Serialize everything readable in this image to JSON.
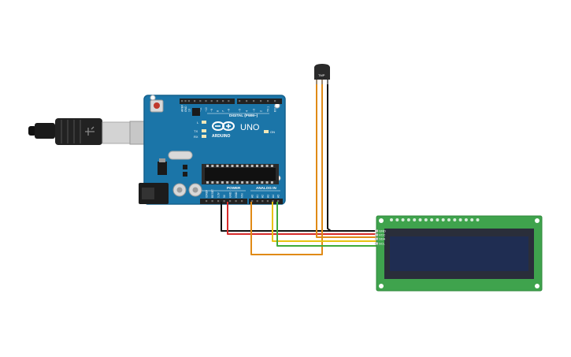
{
  "colors": {
    "board": "#1b75a8",
    "board_edge": "#15628e",
    "lcd_pcb": "#3fa34d",
    "lcd_screen": "#1f2d52",
    "wire_black": "#111111",
    "wire_red": "#d72b2b",
    "wire_orange": "#e08a16",
    "wire_yellow": "#e8c312",
    "wire_green": "#3eab3c",
    "header": "#222222"
  },
  "arduino": {
    "brand": "ARDUINO",
    "model": "UNO",
    "on_label": "ON",
    "digital_label": "DIGITAL (PWM~)",
    "power_label": "POWER",
    "analog_label": "ANALOG IN",
    "led_l": "L",
    "led_tx": "TX",
    "led_rx": "RX",
    "digital_pins": [
      "AREF",
      "GND",
      "13",
      "12",
      "~11",
      "~10",
      "~9",
      "8",
      "7",
      "~6",
      "~5",
      "4",
      "~3",
      "2",
      "TX 1",
      "RX 0"
    ],
    "power_pins": [
      "IOREF",
      "RESET",
      "3.3V",
      "5V",
      "GND",
      "GND",
      "VIN"
    ],
    "analog_pins": [
      "A0",
      "A1",
      "A2",
      "A3",
      "A4",
      "A5"
    ]
  },
  "sensor": {
    "label": "TMP"
  },
  "lcd": {
    "pins": [
      "GND",
      "VCC",
      "SDA",
      "SCL"
    ]
  },
  "icons": [
    "usb-cable-icon",
    "temperature-sensor-icon"
  ]
}
